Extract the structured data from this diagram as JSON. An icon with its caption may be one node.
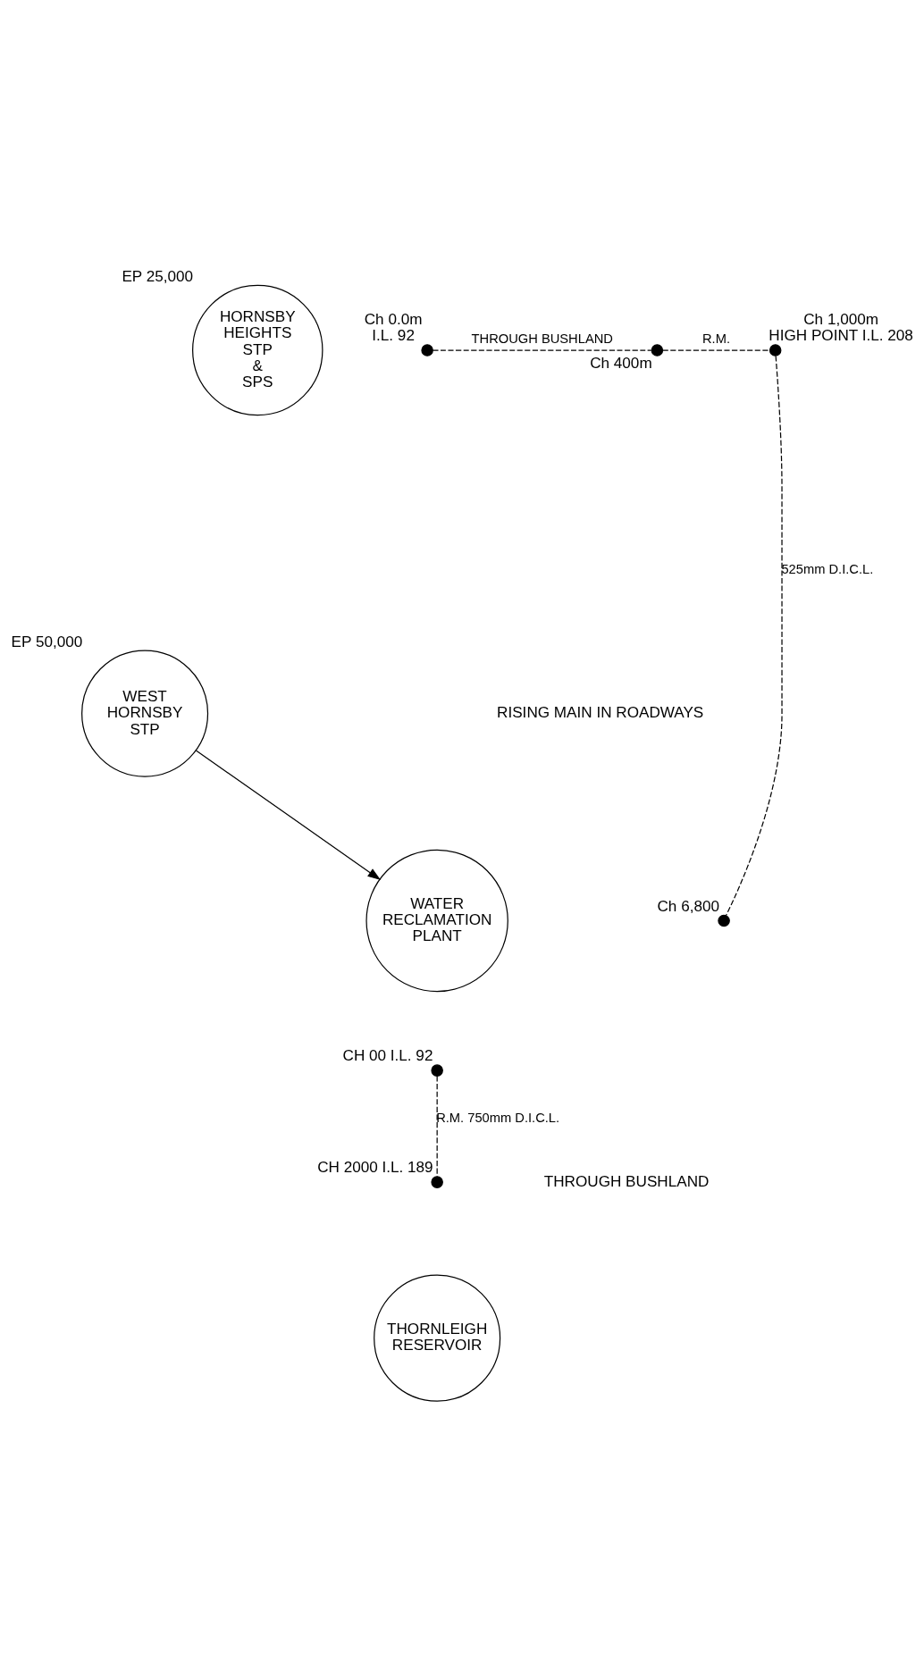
{
  "diagram": {
    "nodes": [
      {
        "text": [
          "HORNSBY HEIGHTS STP & SPS"
        ],
        "beside": [
          "EP 25,000"
        ]
      },
      {
        "text": [],
        "shape": "circle",
        "beside": [
          "Ch 0.0m",
          "I.L. 92"
        ]
      },
      {
        "text": [],
        "shape": "circle",
        "beside": [
          "Ch 400m"
        ]
      },
      {
        "text": [],
        "shape": "circle",
        "beside": [
          "Ch 1,000m",
          "HIGH POINT I.L. 208"
        ]
      },
      {
        "text": [
          "WEST HORNSBY STP"
        ],
        "beside": [
          "EP 50,000"
        ]
      },
      {
        "text": [],
        "shape": "circle",
        "beside": [
          "Ch 6,800"
        ]
      },
      {
        "text": [
          "WATER RECLAMATION PLANT"
        ]
      },
      {
        "text": [],
        "shape": "circle",
        "beside": [
          "CH 00 I.L. 92"
        ]
      },
      {
        "text": [],
        "shape": "circle",
        "beside": [
          "CH 2000 I.L. 189"
        ]
      },
      {
        "text": [
          "THORNLEIGH RESERVOIR"
        ]
      }
    ],
    "edges": [
      {
        "from": 1,
        "to": 2,
        "arrow": "none",
        "style": "dashed",
        "label": "THROUGH BUSHLAND"
      },
      {
        "from": 2,
        "to": 3,
        "arrow": "none",
        "style": "dashed",
        "label": "R.M."
      },
      {
        "from": 3,
        "to": 5,
        "arrow": "none",
        "style": "dashed",
        "label": "525mm D.I.C.L."
      },
      {
        "from": 4,
        "to": 6,
        "arrow": "to"
      },
      {
        "from": 7,
        "to": 8,
        "arrow": "none",
        "style": "dashed",
        "label": "R.M. 750mm D.I.C.L."
      }
    ],
    "labels": [
      "RISING MAIN IN ROADWAYS",
      "THROUGH BUSHLAND"
    ]
  }
}
